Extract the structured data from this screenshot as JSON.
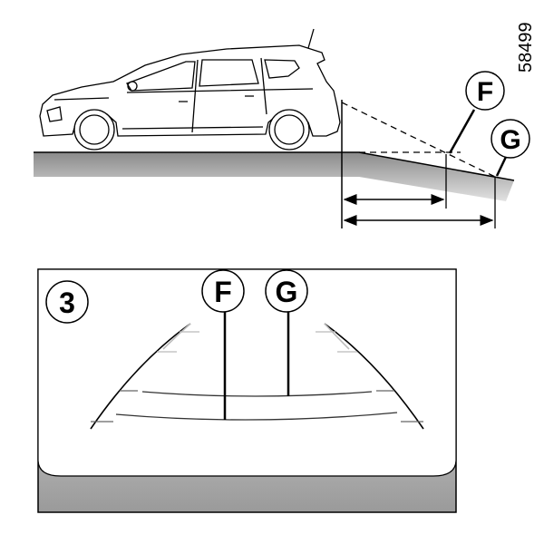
{
  "figure_ref": "58499",
  "side_view": {
    "callouts": {
      "near_line": "F",
      "far_line": "G"
    }
  },
  "camera_view": {
    "panel_number": "3",
    "callouts": {
      "near_line": "F",
      "far_line": "G"
    }
  },
  "colors": {
    "line": "#000000",
    "ground_top": "#8a8a8a",
    "ground_bottom": "#e0e0e0"
  }
}
